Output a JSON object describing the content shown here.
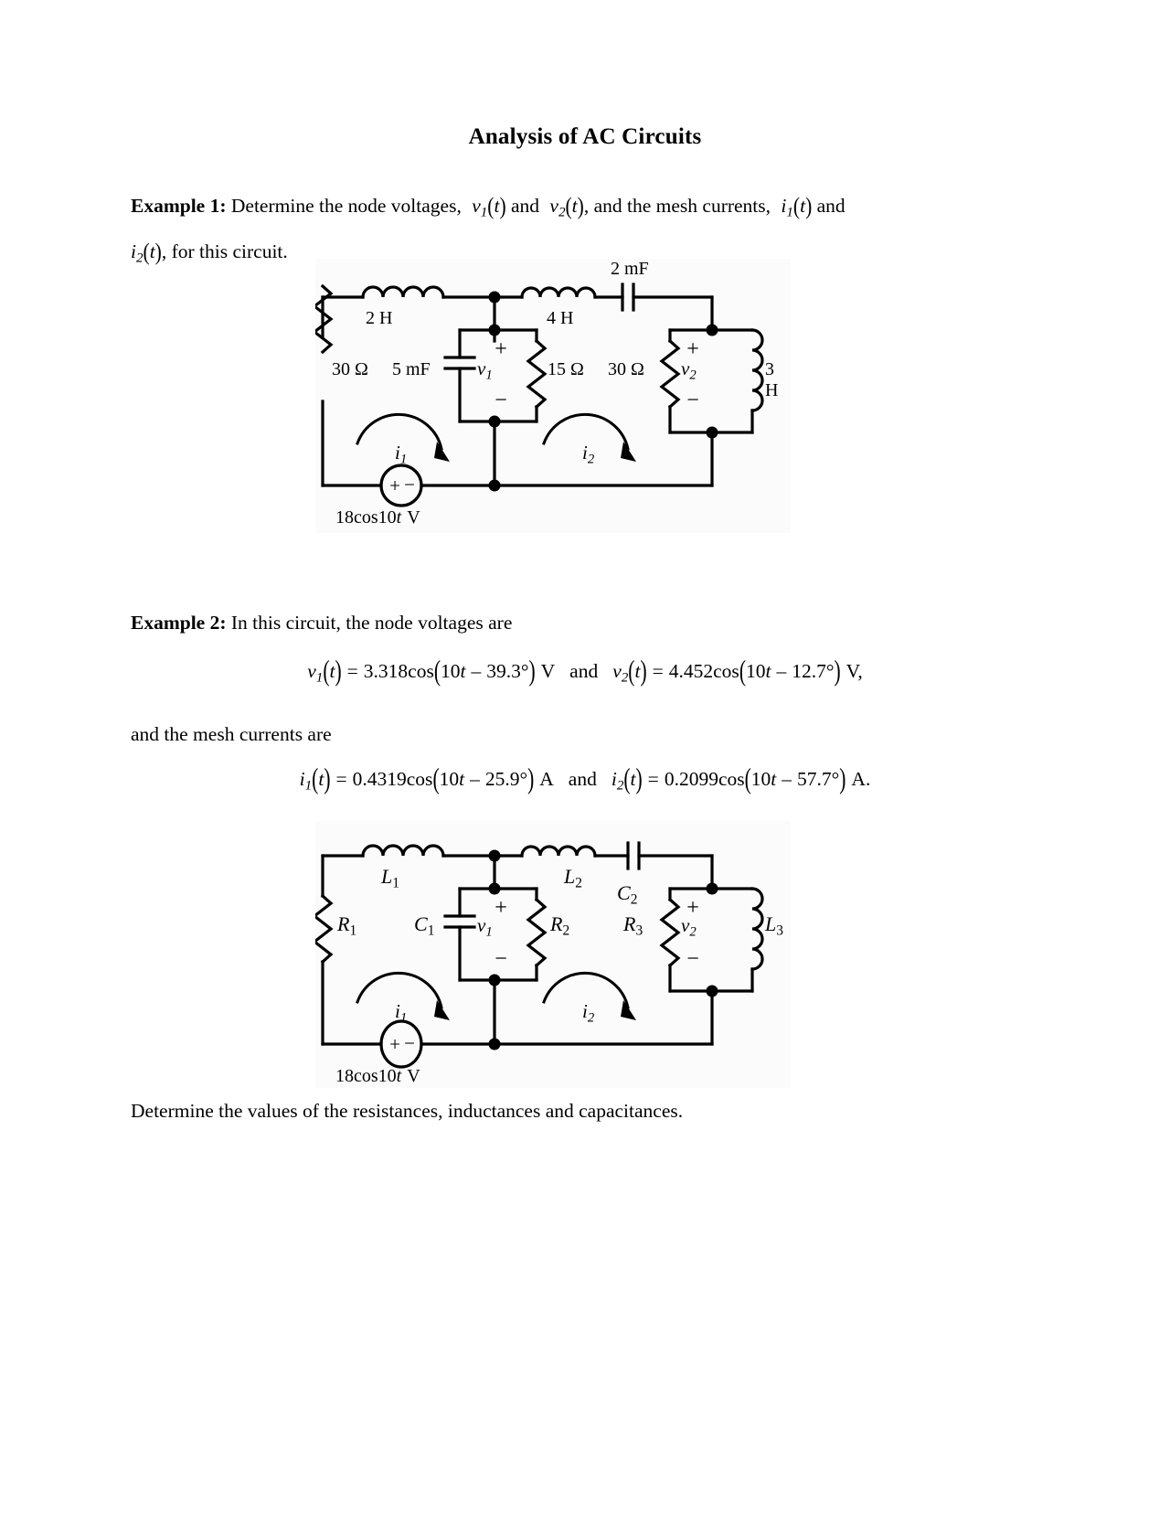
{
  "document": {
    "title": "Analysis of AC Circuits"
  },
  "example1": {
    "label": "Example 1:",
    "text_part1": "Determine the node voltages,",
    "v1": "v",
    "v1_sub": "1",
    "v2": "v",
    "v2_sub": "2",
    "t": "t",
    "text_and": "and",
    "text_part2": ", and the mesh currents,",
    "i1": "i",
    "i1_sub": "1",
    "i2": "i",
    "i2_sub": "2",
    "text_part3": ", for this circuit.",
    "full_text": "Example 1: Determine the node voltages, v1(t) and v2(t), and the mesh currents, i1(t) and i2(t), for this circuit."
  },
  "circuit1": {
    "components": {
      "inductor_top_left": "2 H",
      "resistor_left": "30 Ω",
      "capacitor_left": "5 mF",
      "node_voltage_1": "v",
      "node_voltage_1_sub": "1",
      "resistor_mid": "15 Ω",
      "inductor_top_mid": "4 H",
      "capacitor_top_right": "2 mF",
      "resistor_right": "30 Ω",
      "node_voltage_2": "v",
      "node_voltage_2_sub": "2",
      "inductor_right": "3 H"
    },
    "mesh_current_1": "i",
    "mesh_current_1_sub": "1",
    "mesh_current_2": "i",
    "mesh_current_2_sub": "2",
    "source_polarity_plus": "+",
    "source_polarity_minus": "−",
    "source_label_num": "18",
    "source_label_fn": "cos",
    "source_label_freq": "10",
    "source_label_t": "t",
    "source_label_unit": "V",
    "plus_sign": "+",
    "minus_sign": "−"
  },
  "example2": {
    "label": "Example 2:",
    "text": "In this circuit, the node voltages are",
    "mesh_text": "and the mesh currents are",
    "determine_text": "Determine the values of the resistances, inductances and capacitances."
  },
  "equations": {
    "node_voltages": {
      "v1_name": "v",
      "v1_sub": "1",
      "v1_amplitude": "3.318",
      "v1_freq": "10",
      "v1_phase": "39.3°",
      "v1_unit": "V",
      "conj": "and",
      "v2_name": "v",
      "v2_sub": "2",
      "v2_amplitude": "4.452",
      "v2_freq": "10",
      "v2_phase": "12.7°",
      "v2_unit": "V",
      "trailing": ",",
      "fn": "cos",
      "t": "t",
      "eq": "=",
      "minus": "–",
      "full": "v1(t) = 3.318cos(10t – 39.3°) V and v2(t) = 4.452cos(10t – 12.7°) V,"
    },
    "mesh_currents": {
      "i1_name": "i",
      "i1_sub": "1",
      "i1_amplitude": "0.4319",
      "i1_freq": "10",
      "i1_phase": "25.9°",
      "i1_unit": "A",
      "conj": "and",
      "i2_name": "i",
      "i2_sub": "2",
      "i2_amplitude": "0.2099",
      "i2_freq": "10",
      "i2_phase": "57.7°",
      "i2_unit": "A",
      "trailing": ".",
      "fn": "cos",
      "t": "t",
      "eq": "=",
      "minus": "–",
      "full": "i1(t) = 0.4319cos(10t – 25.9°) A and i2(t) = 0.2099cos(10t – 57.7°) A."
    }
  },
  "circuit2": {
    "components": {
      "inductor_top_left": "L",
      "inductor_top_left_sub": "1",
      "resistor_left": "R",
      "resistor_left_sub": "1",
      "capacitor_left": "C",
      "capacitor_left_sub": "1",
      "node_voltage_1": "v",
      "node_voltage_1_sub": "1",
      "resistor_mid": "R",
      "resistor_mid_sub": "2",
      "inductor_top_mid": "L",
      "inductor_top_mid_sub": "2",
      "capacitor_top_right": "C",
      "capacitor_top_right_sub": "2",
      "resistor_right": "R",
      "resistor_right_sub": "3",
      "node_voltage_2": "v",
      "node_voltage_2_sub": "2",
      "inductor_right": "L",
      "inductor_right_sub": "3"
    },
    "mesh_current_1": "i",
    "mesh_current_1_sub": "1",
    "mesh_current_2": "i",
    "mesh_current_2_sub": "2",
    "source_label_num": "18",
    "source_label_fn": "cos",
    "source_label_freq": "10",
    "source_label_t": "t",
    "source_label_unit": "V",
    "plus_sign": "+",
    "minus_sign": "−"
  },
  "colors": {
    "ink": "#000000",
    "page": "#ffffff",
    "figure_bg": "#fbfbfb"
  }
}
